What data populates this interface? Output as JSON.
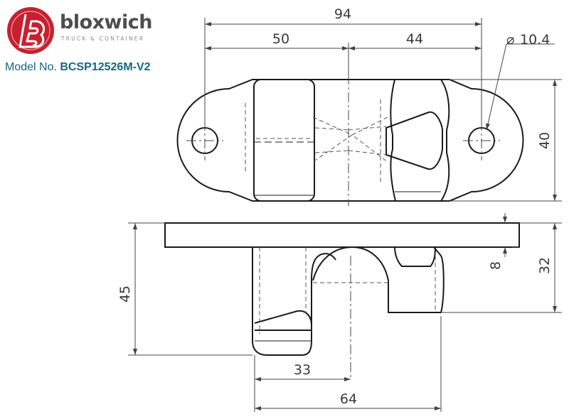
{
  "brand": {
    "name": "bloxwich",
    "tagline": "TRUCK & CONTAINER",
    "logo_icon": "bloxwich-logo-icon",
    "logo_color": "#c8202f"
  },
  "model": {
    "label": "Model No.",
    "number": "BCSP12526M-V2",
    "color": "#17657f"
  },
  "dimensions": {
    "overall_length": "94",
    "left_span": "50",
    "right_span": "44",
    "hole_diameter": "10.4",
    "width": "40",
    "height_total": "45",
    "plate_thickness": "8",
    "right_height": "32",
    "offset": "33",
    "base_length": "64"
  }
}
